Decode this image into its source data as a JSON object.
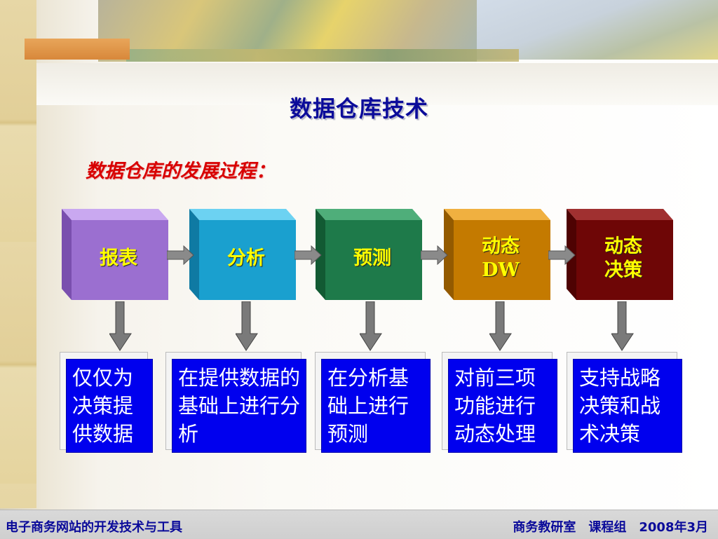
{
  "title": "数据仓库技术",
  "subtitle": "数据仓库的发展过程：",
  "stages": [
    {
      "label": "报表",
      "front": "#9b6fd0",
      "top": "#c9a8f0",
      "side": "#7a4fae",
      "desc": "仅仅为决策提供数据"
    },
    {
      "label": "分析",
      "front": "#1aa0cf",
      "top": "#6cd2f2",
      "side": "#0f7aa3",
      "desc": "在提供数据的基础上进行分析"
    },
    {
      "label": "预测",
      "front": "#1e7a4a",
      "top": "#4fae7a",
      "side": "#125a33",
      "desc": "在分析基础上进行预测"
    },
    {
      "label": "动态\nDW",
      "front": "#c47a00",
      "top": "#f0b040",
      "side": "#935a00",
      "desc": "对前三项功能进行动态处理"
    },
    {
      "label": "动态\n决策",
      "front": "#6e0606",
      "top": "#a03030",
      "side": "#4e0202",
      "desc": "支持战略决策和战术决策"
    }
  ],
  "footer": {
    "left": "电子商务网站的开发技术与工具",
    "right": "商务教研室　课程组　2008年3月"
  }
}
